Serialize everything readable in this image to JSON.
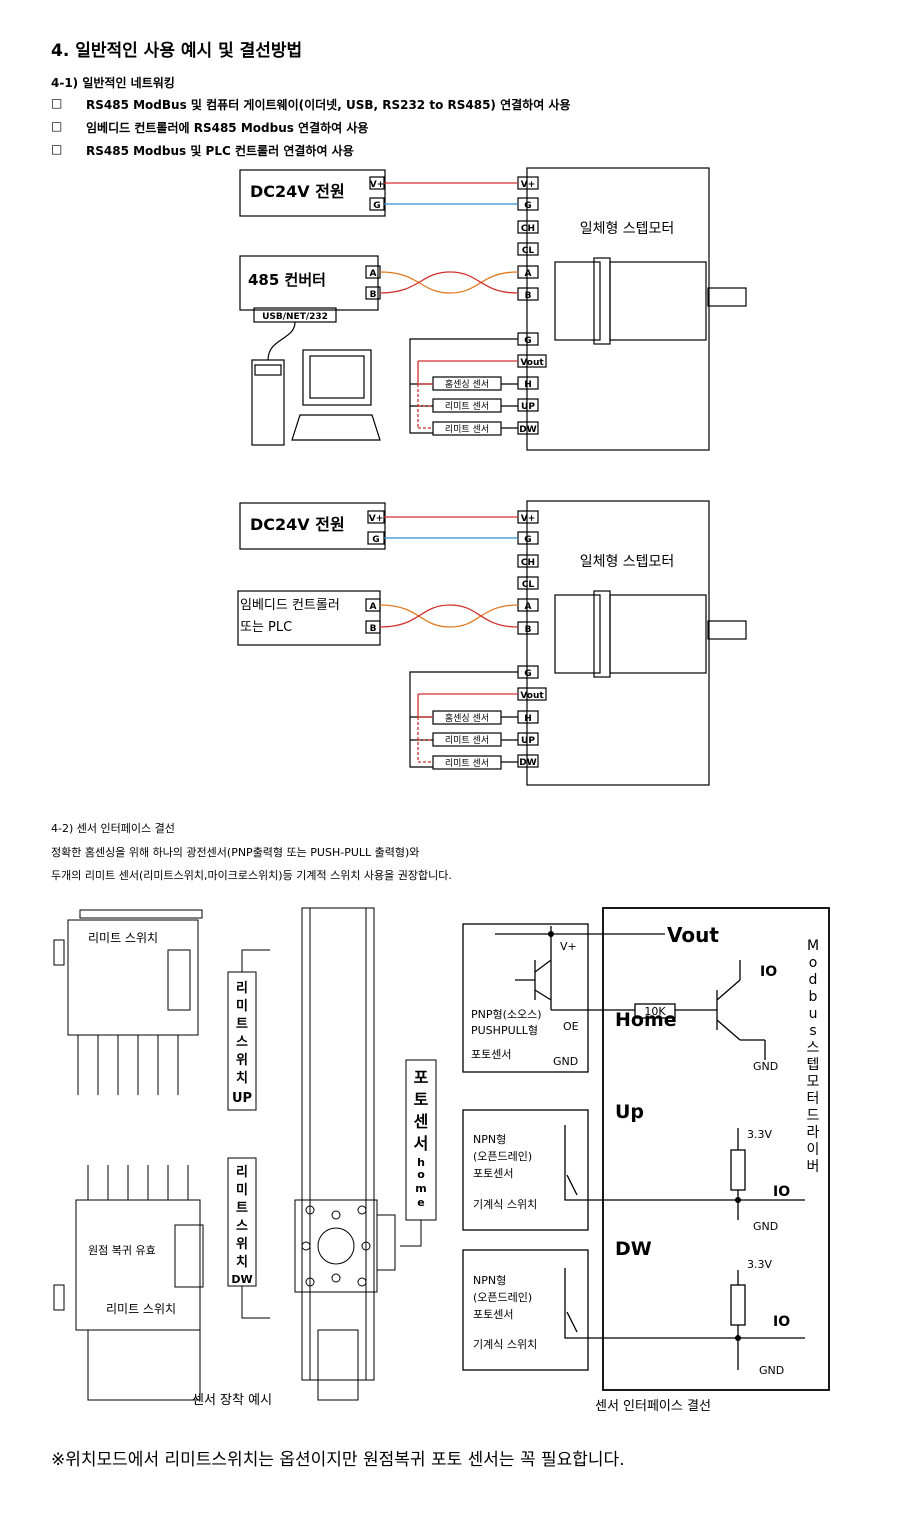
{
  "section_title": "4. 일반적인 사용 예시 및 결선방법",
  "sub1": {
    "title": "4-1) 일반적인 네트워킹",
    "bullet": "□",
    "items": [
      "RS485 ModBus 및 컴퓨터 게이트웨이(이더넷, USB, RS232 to RS485) 연결하여 사용",
      "임베디드 컨트롤러에 RS485 Modbus 연결하여 사용",
      "RS485 Modbus 및 PLC 컨트롤러 연결하여 사용"
    ]
  },
  "diagram1": {
    "power": "DC24V 전원",
    "converter": "485 컨버터",
    "usb_label": "USB/NET/232",
    "motor": "일체형 스텝모터",
    "pins_left": [
      "V+",
      "G",
      "A",
      "B"
    ],
    "pins_motor": [
      "V+",
      "G",
      "CH",
      "CL",
      "A",
      "B",
      "G",
      "Vout",
      "H",
      "UP",
      "DW"
    ],
    "sensors": [
      "홈센싱 센서",
      "리미트 센서",
      "리미트 센서"
    ]
  },
  "diagram2": {
    "power": "DC24V  전원",
    "controller_line1": "임베디드 컨트롤러",
    "controller_line2": "또는 PLC",
    "motor": "일체형 스텝모터",
    "pins_left": [
      "V+",
      "G",
      "A",
      "B"
    ],
    "pins_motor": [
      "V+",
      "G",
      "CH",
      "CL",
      "A",
      "B",
      "G",
      "Vout",
      "H",
      "UP",
      "DW"
    ],
    "sensors": [
      "홈센싱 센서",
      "리미트 센서",
      "리미트 센서"
    ]
  },
  "sub2": {
    "title": "4-2) 센서 인터페이스 결선",
    "desc1": "정확한 홈센싱을 위해 하나의 광전센서(PNP출력형 또는 PUSH-PULL 출력형)와",
    "desc2": "두개의 리미트 센서(리미트스위치,마이크로스위치)등 기계적 스위치 사용을 권장합니다."
  },
  "mount": {
    "limit_top": "리미트 스위치",
    "limit_bottom": "리미트 스위치",
    "origin": "원점 복귀 유효",
    "up_label": "리미트스위치UP",
    "dw_label": "리미트스위치DW",
    "photo_label": "포토센서home",
    "caption": "센서 장착 예시"
  },
  "iface": {
    "vout": "Vout",
    "io1": "IO",
    "home": "Home",
    "r10k": "10K",
    "gnd": "GND",
    "vplus": "V+",
    "pnp1": "PNP형(소오스)",
    "pnp2": "PUSHPULL형",
    "pnp3": "포토센서",
    "oe": "OE",
    "up": "Up",
    "dw": "DW",
    "v33": "3.3V",
    "io": "IO",
    "npn1": "NPN형",
    "npn2": "(오픈드레인)",
    "npn3": "포토센서",
    "mech": "기계식 스위치",
    "driver": "Modbus스텝모터드라이버",
    "caption": "센서 인터페이스 결선"
  },
  "footnote": "※위치모드에서 리미트스위치는 옵션이지만 원점복귀 포토 센서는 꼭 필요합니다."
}
